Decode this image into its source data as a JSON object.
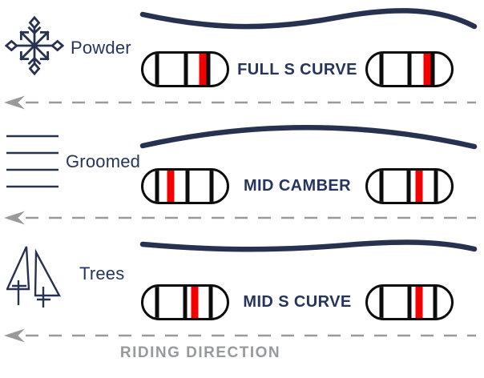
{
  "colors": {
    "navy": "#273150",
    "text-navy": "#26355e",
    "red": "#f40000",
    "gray": "#97999b",
    "black": "#0c0c0c"
  },
  "footer": {
    "riding_direction_label": "RIDING DIRECTION"
  },
  "rows": [
    {
      "terrain_label": "Powder",
      "terrain_icon": "snowflake-icon",
      "profile_label": "FULL S CURVE",
      "profile_type": "full s-curve wave (nose up, front dip, mid peak, tail down)",
      "left_board": {
        "bars": [
          {
            "color": "black",
            "pos": 16
          },
          {
            "color": "black",
            "pos": 51
          },
          {
            "color": "red",
            "pos": 71
          },
          {
            "color": "black",
            "pos": 78
          }
        ]
      },
      "right_board": {
        "bars": [
          {
            "color": "black",
            "pos": 16
          },
          {
            "color": "black",
            "pos": 50
          },
          {
            "color": "red",
            "pos": 71
          },
          {
            "color": "black",
            "pos": 78
          }
        ]
      }
    },
    {
      "terrain_label": "Groomed",
      "terrain_icon": "groomed-corduroy-icon",
      "profile_label": "MID CAMBER",
      "profile_type": "single camber arch (ends low, center high)",
      "left_board": {
        "bars": [
          {
            "color": "black",
            "pos": 16
          },
          {
            "color": "red",
            "pos": 33
          },
          {
            "color": "black",
            "pos": 53
          },
          {
            "color": "black",
            "pos": 82
          }
        ]
      },
      "right_board": {
        "bars": [
          {
            "color": "black",
            "pos": 16
          },
          {
            "color": "black",
            "pos": 49
          },
          {
            "color": "red",
            "pos": 62
          },
          {
            "color": "black",
            "pos": 82
          }
        ]
      }
    },
    {
      "terrain_label": "Trees",
      "terrain_icon": "trees-icon",
      "profile_label": "MID S CURVE",
      "profile_type": "gentle s-curve wave (shallow dip and peak)",
      "left_board": {
        "bars": [
          {
            "color": "black",
            "pos": 16
          },
          {
            "color": "black",
            "pos": 50
          },
          {
            "color": "red",
            "pos": 62
          },
          {
            "color": "black",
            "pos": 81
          }
        ]
      },
      "right_board": {
        "bars": [
          {
            "color": "black",
            "pos": 16
          },
          {
            "color": "black",
            "pos": 50
          },
          {
            "color": "red",
            "pos": 62
          },
          {
            "color": "black",
            "pos": 81
          }
        ]
      }
    }
  ]
}
